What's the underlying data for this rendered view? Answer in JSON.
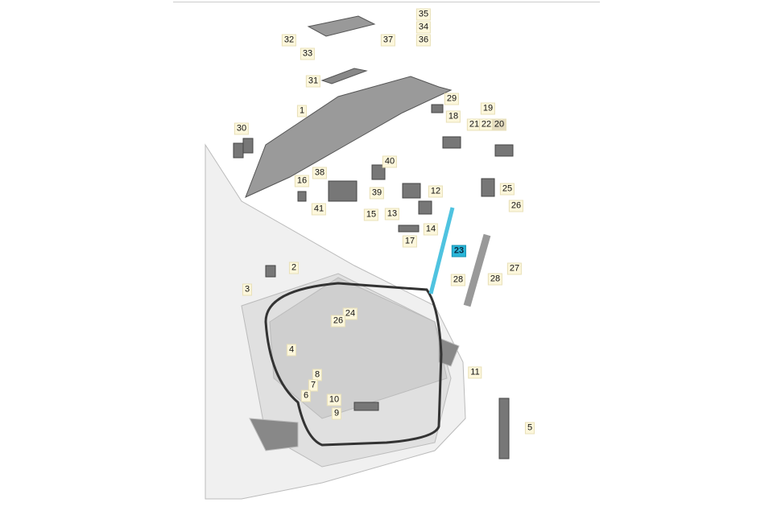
{
  "diagram": {
    "title": "Tailgate parts diagram",
    "highlighted_part": "23",
    "colors": {
      "label_bg": "#fdf7dc",
      "highlight": "#29b6d9",
      "part_fill": "#9a9a9a",
      "body_fill": "#efefef"
    },
    "callouts": [
      "35",
      "34",
      "36",
      "37",
      "32",
      "33",
      "31",
      "1",
      "29",
      "30",
      "19",
      "21",
      "22",
      "20",
      "18",
      "40",
      "38",
      "16",
      "39",
      "12",
      "25",
      "26",
      "41",
      "15",
      "13",
      "14",
      "17",
      "23",
      "27",
      "28",
      "2",
      "3",
      "28",
      "24",
      "26",
      "4",
      "11",
      "8",
      "7",
      "6",
      "10",
      "9",
      "5"
    ]
  }
}
